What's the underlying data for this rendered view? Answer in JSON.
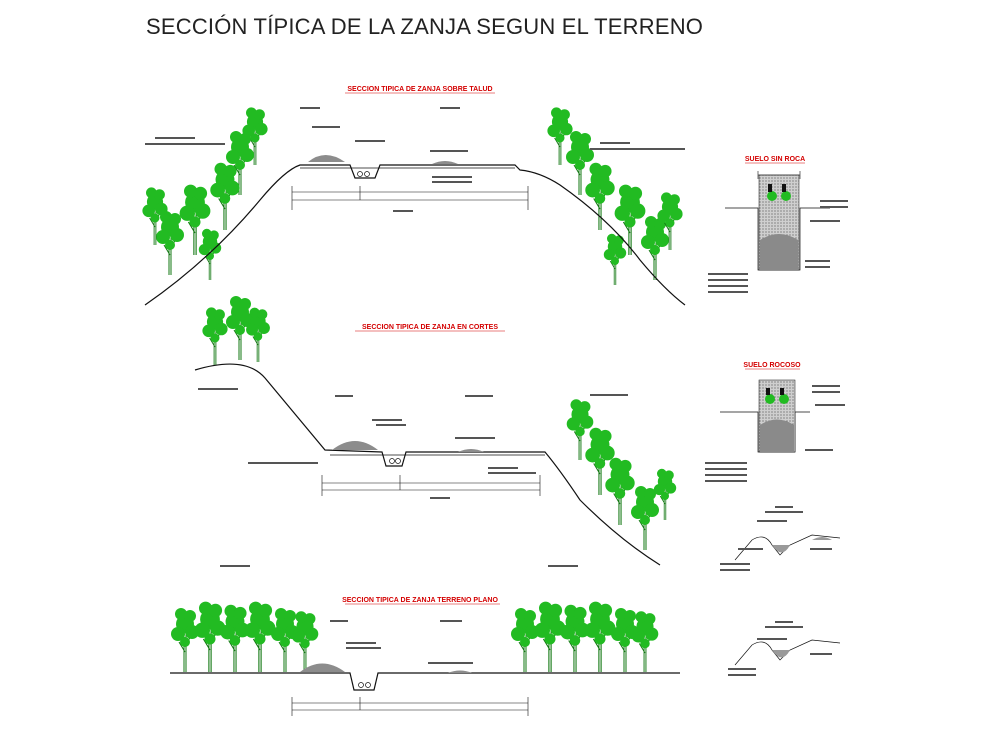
{
  "drawing": {
    "title": "SECCIÓN TÍPICA DE LA ZANJA SEGUN EL TERRENO"
  },
  "sections": [
    {
      "title": "SECCION TIPICA DE ZANJA SOBRE TALUD"
    },
    {
      "title": "SECCION TIPICA DE ZANJA  EN CORTES"
    },
    {
      "title": "SECCION TIPICA DE ZANJA TERRENO PLANO"
    }
  ],
  "details": [
    {
      "title": "SUELO SIN ROCA"
    },
    {
      "title": "SUELO ROCOSO"
    }
  ],
  "colors": {
    "title_red": "#d40000",
    "tree_green": "#22bb22",
    "trunk_green": "#117711",
    "line": "#111111",
    "fill_gray": "#9a9a9a"
  }
}
